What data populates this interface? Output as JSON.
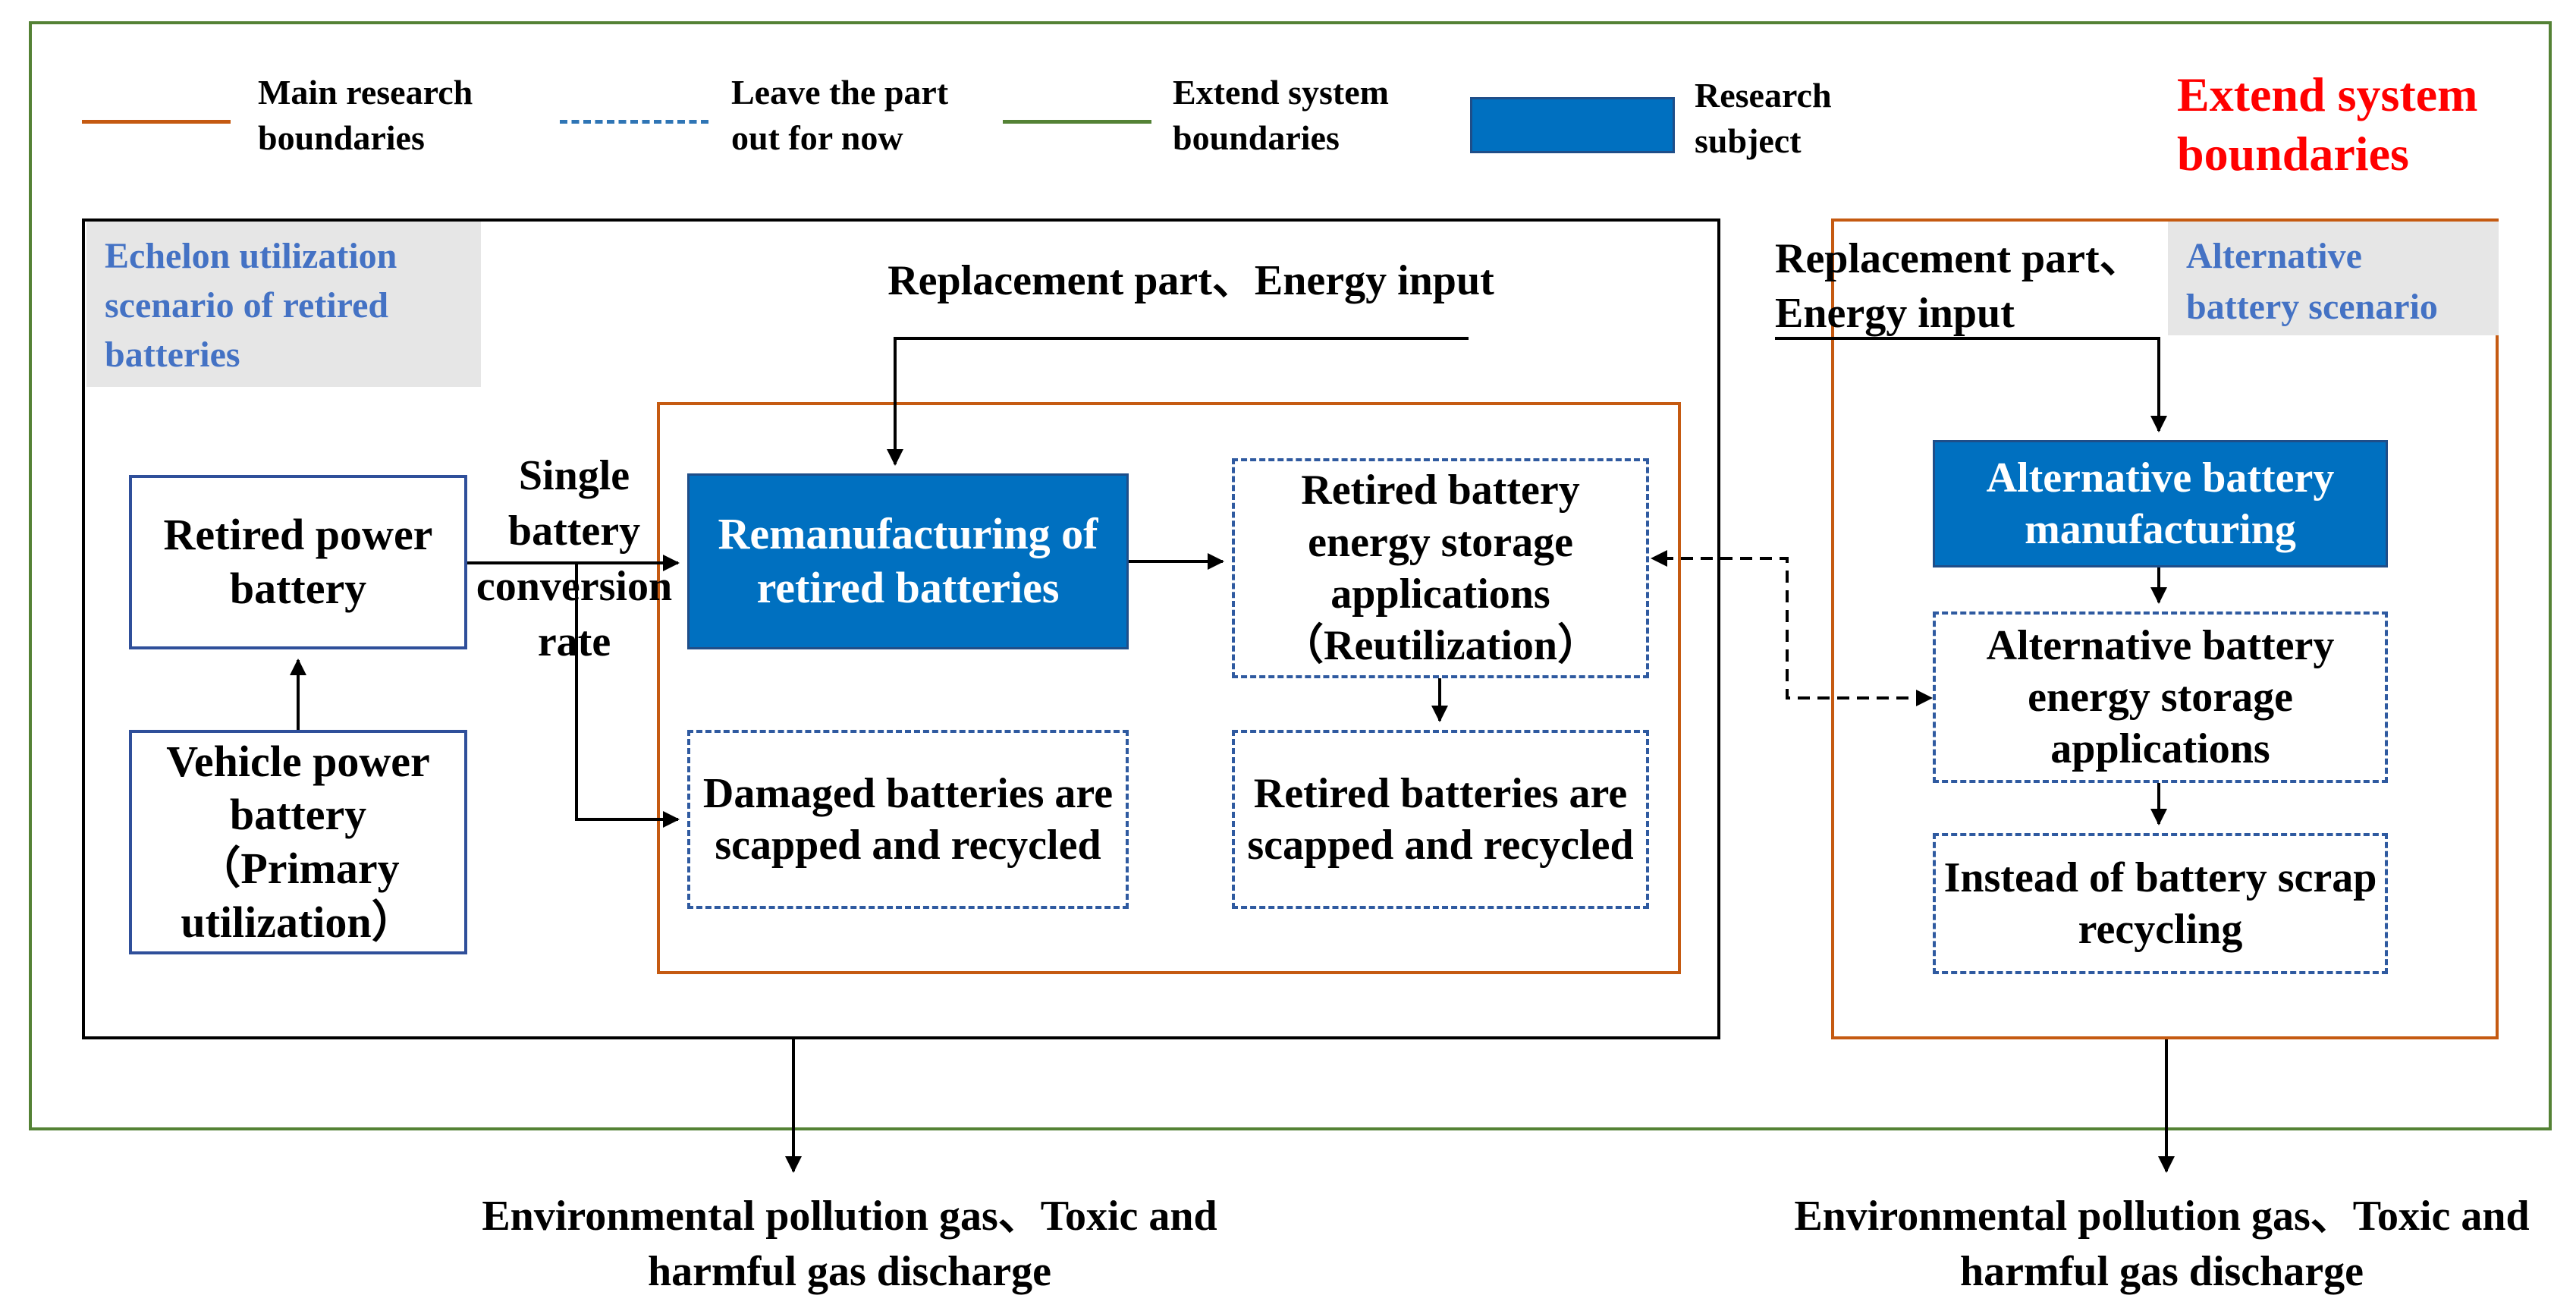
{
  "colors": {
    "main_boundary": "#c55a11",
    "leave_out": "#2f75b5",
    "extend_boundary": "#548235",
    "research_subject": "#0070c0",
    "scenario_label_bg": "#e6e6e6",
    "scenario_label_text": "#4472c4",
    "extend_title": "#ff0000"
  },
  "legend": {
    "main_research": "Main research boundaries",
    "leave_out": "Leave the part out for now",
    "extend_system": "Extend system boundaries",
    "research_subject": "Research subject"
  },
  "extend_title": "Extend system boundaries",
  "left_scenario": {
    "label": "Echelon utilization scenario of retired batteries",
    "input_label": "Replacement part、Energy input",
    "retired_power_battery": "Retired power battery",
    "vehicle_power_battery": "Vehicle power battery （Primary utilization）",
    "single_battery_rate": "Single battery conversion rate",
    "remanufacturing": "Remanufacturing of retired batteries",
    "storage_applications": "Retired battery energy storage applications （Reutilization）",
    "damaged_recycled": "Damaged batteries are scapped and recycled",
    "retired_recycled": "Retired batteries are scapped and recycled"
  },
  "right_scenario": {
    "label": "Alternative battery scenario",
    "input_label": "Replacement part、Energy input",
    "manufacturing": "Alternative battery manufacturing",
    "storage_applications": "Alternative battery energy storage applications",
    "scrap_recycling": "Instead of battery scrap recycling"
  },
  "outputs": {
    "left": "Environmental pollution gas、Toxic and harmful gas discharge",
    "right": "Environmental pollution gas、Toxic and harmful gas discharge"
  }
}
